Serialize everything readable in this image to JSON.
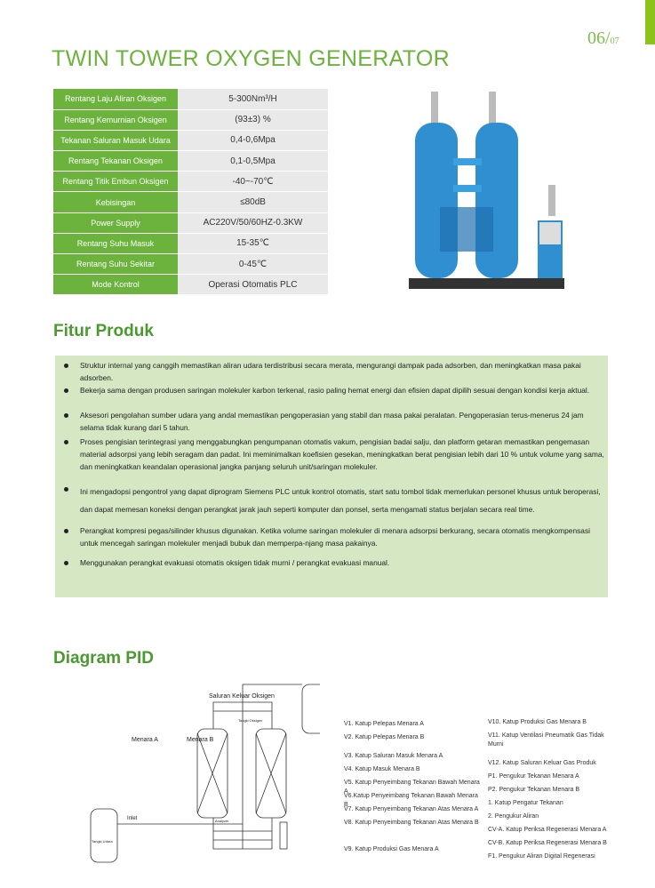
{
  "header": {
    "title": "TWIN TOWER OXYGEN GENERATOR",
    "page_current": "06/",
    "page_total": "07"
  },
  "specs": [
    {
      "label": "Rentang Laju Aliran Oksigen",
      "value": "5-300Nm³/H"
    },
    {
      "label": "Rentang Kemurnian Oksigen",
      "value": "(93±3) %"
    },
    {
      "label": "Tekanan Saluran Masuk Udara",
      "value": "0,4-0,6Mpa"
    },
    {
      "label": "Rentang Tekanan Oksigen",
      "value": "0,1-0,5Mpa"
    },
    {
      "label": "Rentang Titik Embun Oksigen",
      "value": "-40~-70℃"
    },
    {
      "label": "Kebisingan",
      "value": "≤80dB"
    },
    {
      "label": "Power Supply",
      "value": "AC220V/50/60HZ-0.3KW"
    },
    {
      "label": "Rentang Suhu Masuk",
      "value": "15-35℃"
    },
    {
      "label": "Rentang Suhu Sekitar",
      "value": "0-45℃"
    },
    {
      "label": "Mode Kontrol",
      "value": "Operasi Otomatis PLC"
    }
  ],
  "features": {
    "heading": "Fitur Produk",
    "items": [
      "Struktur internal yang canggih memastikan aliran udara terdistribusi secara merata, mengurangi dampak pada adsorben, dan meningkatkan masa pakai adsorben.",
      "Bekerja sama dengan produsen saringan molekuler karbon terkenal, rasio paling hemat energi dan efisien dapat dipilih sesuai dengan kondisi kerja aktual.",
      "Aksesori pengolahan sumber udara yang andal memastikan pengoperasian yang stabil dan masa pakai peralatan. Pengoperasian terus-menerus 24 jam selama tidak kurang dari 5 tahun.",
      "Proses pengisian terintegrasi yang menggabungkan pengumpanan otomatis vakum, pengisian badai salju, dan platform getaran memastikan pengemasan material adsorpsi yang lebih seragam dan padat. Ini meminimalkan koefisien gesekan, meningkatkan berat pengisian lebih dari 10 % untuk volume yang sama, dan meningkatkan keandalan operasional jangka panjang seluruh unit/saringan molekuler.",
      "Ini mengadopsi pengontrol yang dapat diprogram Siemens PLC untuk kontrol otomatis, start satu tombol tidak memerlukan personel khusus untuk beroperasi, dan dapat memesan koneksi dengan perangkat jarak jauh seperti komputer dan ponsel, serta mengamati status berjalan secara real time.",
      "Perangkat kompresi pegas/silinder khusus digunakan. Ketika volume saringan molekuler di menara adsorpsi berkurang, secara otomatis mengkompensasi untuk mencegah saringan molekuler menjadi bubuk dan memperpa-njang masa pakainya.",
      "Menggunakan perangkat evakuasi otomatis oksigen tidak murni / perangkat evakuasi manual."
    ]
  },
  "pid": {
    "heading": "Diagram PID",
    "diagram_labels": {
      "outlet": "Saluran Keluar Oksigen",
      "tower_a": "Menara A",
      "tower_b": "Menara B",
      "inlet": "Inlet",
      "o2_tank": "Tangki Oksigen",
      "air_tank": "Tangki Udara",
      "analyzer": "Analyzer"
    },
    "legend_left": [
      "V1. Katup Pelepas Menara A",
      "V2. Katup Pelepas Menara B",
      "V3. Katup Saluran Masuk Menara A",
      "V4. Katup Masuk Menara B",
      "V5. Katup Penyeimbang Tekanan Bawah Menara A",
      "V6.Katup Penyeimbang Tekanan Bawah Menara B",
      "V7. Katup Penyeimbang Tekanan Atas Menara A",
      "V8. Katup Penyeimbang Tekanan Atas Menara B",
      "V9. Katup Produksi Gas Menara A"
    ],
    "legend_right": [
      "V10. Katup Produksi Gas Menara B",
      "V11. Katup Ventilasi Pneumatik Gas Tidak Murni",
      "V12. Katup Saluran Keluar Gas Produk",
      "P1. Pengukur Tekanan Menara A",
      "P2. Pengukur Tekanan Menara B",
      "1. Katup Pengatur Tekanan",
      "2. Pengukur Aliran",
      "CV-A. Katup Periksa Regenerasi Menara A",
      "CV-B. Katup Periksa Regenerasi Menara B",
      "F1. Pengukur Aliran Digital Regenerasi"
    ]
  },
  "colors": {
    "brand": "#6bb33c",
    "panel": "#d5e8c3",
    "tower": "#2f8fd0"
  }
}
